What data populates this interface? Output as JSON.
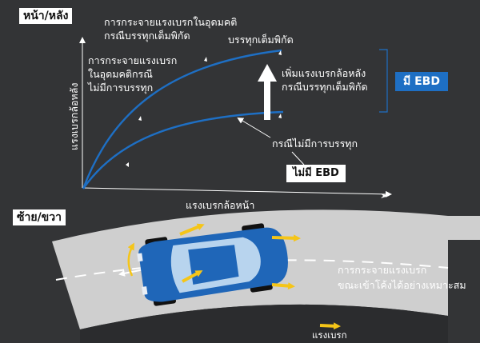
{
  "top_section": {
    "axis_tag": "หน้า/หลัง",
    "y_axis_label": "แรงเบรกล้อหลัง",
    "ideal_loaded_label": [
      "การกระจายแรงเบรกในอุดมคติ",
      "กรณีบรรทุกเต็มพิกัด"
    ],
    "ideal_unloaded_label": [
      "การกระจายแรงเบรก",
      "ในอุดมคติกรณี",
      "ไม่มีการบรรทุก"
    ],
    "full_load_label": "บรรทุกเต็มพิกัด",
    "increase_label": [
      "เพิ่มแรงเบรกล้อหลัง",
      "กรณีบรรทุกเต็มพิกัด"
    ],
    "ebd_badge": "มี EBD",
    "no_load_label": "กรณีไม่มีการบรรทุก",
    "no_ebd_box": "ไม่มี EBD"
  },
  "bottom_section": {
    "axis_tag": "ซ้าย/ขวา",
    "front_brake_label": "แรงเบรกล้อหน้า",
    "cornering_label": [
      "การกระจายแรงเบรก",
      "ขณะเข้าโค้งได้อย่างเหมาะสม"
    ],
    "brake_force_label": "แรงเบรก"
  },
  "colors": {
    "background": "#333436",
    "curve": "#1e6fc4",
    "ebd_badge": "#1e6fc4",
    "road": "#cfcfcf",
    "arrow_yellow": "#f5c518",
    "car_body": "#1f66b8"
  },
  "icons": {
    "up_arrow": "arrow-up-icon",
    "force_arrows": "arrow-right-icon"
  }
}
